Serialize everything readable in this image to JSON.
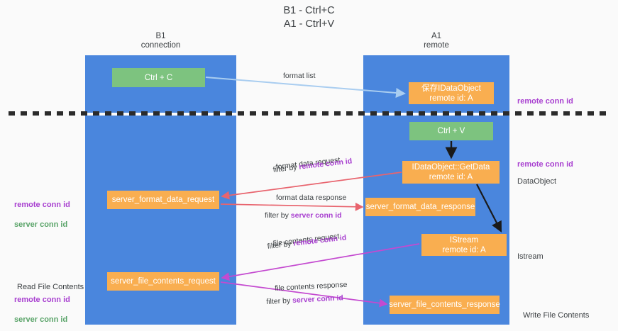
{
  "title": "B1 - Ctrl+C\nA1 - Ctrl+V",
  "columns": {
    "left": {
      "header": "B1\nconnection"
    },
    "right": {
      "header": "A1\nremote"
    }
  },
  "nodes": {
    "ctrl_c": "Ctrl + C",
    "save_idataobject": "保存IDataObject\nremote id: A",
    "ctrl_v": "Ctrl + V",
    "idataobject_getdata": "IDataObject::GetData\nremote id: A",
    "server_format_data_request": "server_format_data_request",
    "server_format_data_response": "server_format_data_response",
    "istream": "IStream\nremote id: A",
    "server_file_contents_request": "server_file_contents_request",
    "server_file_contents_response": "server_file_contents_response"
  },
  "edges": {
    "format_list": "format list",
    "format_data_request": "format data request",
    "format_data_request_filter_prefix": "filter by ",
    "format_data_request_filter_key": "remote conn id",
    "format_data_response": "format data response",
    "format_data_response_filter_prefix": "filter by ",
    "format_data_response_filter_key": "server conn id",
    "file_contents_request": "file contents request",
    "file_contents_request_filter_prefix": "filter by ",
    "file_contents_request_filter_key": "remote conn id",
    "file_contents_response": "file contents response",
    "file_contents_response_filter_prefix": "filter by ",
    "file_contents_response_filter_key": "server conn id"
  },
  "annotations": {
    "right_top_remote_conn_id": "remote conn id",
    "right_mid_remote_conn_id": "remote conn id",
    "right_dataobject": "DataObject",
    "right_istream": "Istream",
    "right_write_file_contents": "Write File Contents",
    "left_remote_conn_id": "remote conn id",
    "left_server_conn_id": "server conn id",
    "left_read_file_contents": "Read File Contents",
    "left_remote_conn_id_2": "remote conn id",
    "left_server_conn_id_2": "server conn id"
  },
  "colors": {
    "background": "#fafafa",
    "lane_blue": "#4a86dd",
    "node_green": "#7dc37f",
    "node_orange": "#f9ae50",
    "text_dark": "#3c4043",
    "accent_purple": "#a83fd0",
    "accent_green": "#5aa469",
    "arrow_light_blue": "#a9cdf0",
    "arrow_red": "#e8646e",
    "arrow_magenta": "#c44ad0",
    "arrow_black": "#1a1a1a"
  }
}
